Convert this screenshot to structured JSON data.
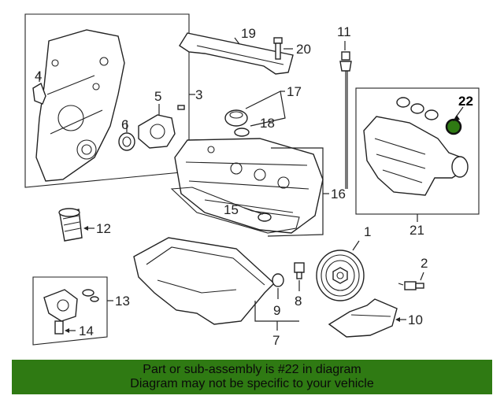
{
  "callouts": {
    "c1": "1",
    "c2": "2",
    "c3": "3",
    "c4": "4",
    "c5": "5",
    "c6": "6",
    "c7": "7",
    "c8": "8",
    "c9": "9",
    "c10": "10",
    "c11": "11",
    "c12": "12",
    "c13": "13",
    "c14": "14",
    "c15": "15",
    "c16": "16",
    "c17": "17",
    "c18": "18",
    "c19": "19",
    "c20": "20",
    "c21": "21",
    "c22": "22"
  },
  "highlight": {
    "part_number": "22",
    "color": "#2f7a13"
  },
  "banner": {
    "line1": "Part or sub-assembly is #22 in diagram",
    "line2": "Diagram may not be specific to your vehicle",
    "background": "#2f7a13"
  }
}
